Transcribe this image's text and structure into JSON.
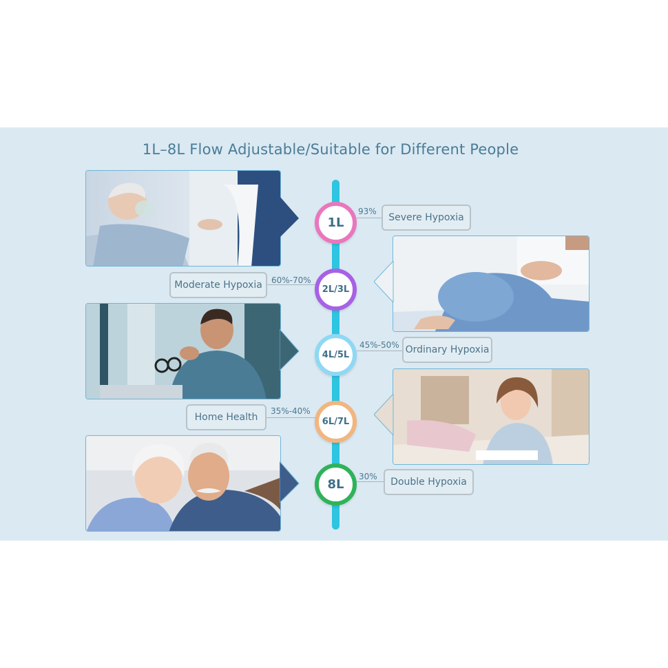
{
  "title": "1L–8L Flow Adjustable/Suitable for Different People",
  "levels": [
    {
      "flow": "1L",
      "percent": "93%",
      "label": "Severe Hypoxia",
      "ring_color": "#e977bd"
    },
    {
      "flow": "2L/3L",
      "percent": "60%-70%",
      "label": "Moderate Hypoxia",
      "ring_color": "#a761e6"
    },
    {
      "flow": "4L/5L",
      "percent": "45%-50%",
      "label": "Ordinary Hypoxia",
      "ring_color": "#8fd8f4"
    },
    {
      "flow": "6L/7L",
      "percent": "35%-40%",
      "label": "Home Health",
      "ring_color": "#f2b57f"
    },
    {
      "flow": "8L",
      "percent": "30%",
      "label": "Double Hypoxia",
      "ring_color": "#2fb35a"
    }
  ],
  "colors": {
    "panel_background": "#dbe9f2",
    "timeline": "#2ec5e0",
    "title_text": "#4a7c96"
  },
  "photos": [
    {
      "icon": "hospital-patient-oxygen-mask-photo"
    },
    {
      "icon": "pregnant-woman-photo"
    },
    {
      "icon": "tired-man-at-laptop-photo"
    },
    {
      "icon": "girl-studying-photo"
    },
    {
      "icon": "elderly-couple-photo"
    }
  ]
}
